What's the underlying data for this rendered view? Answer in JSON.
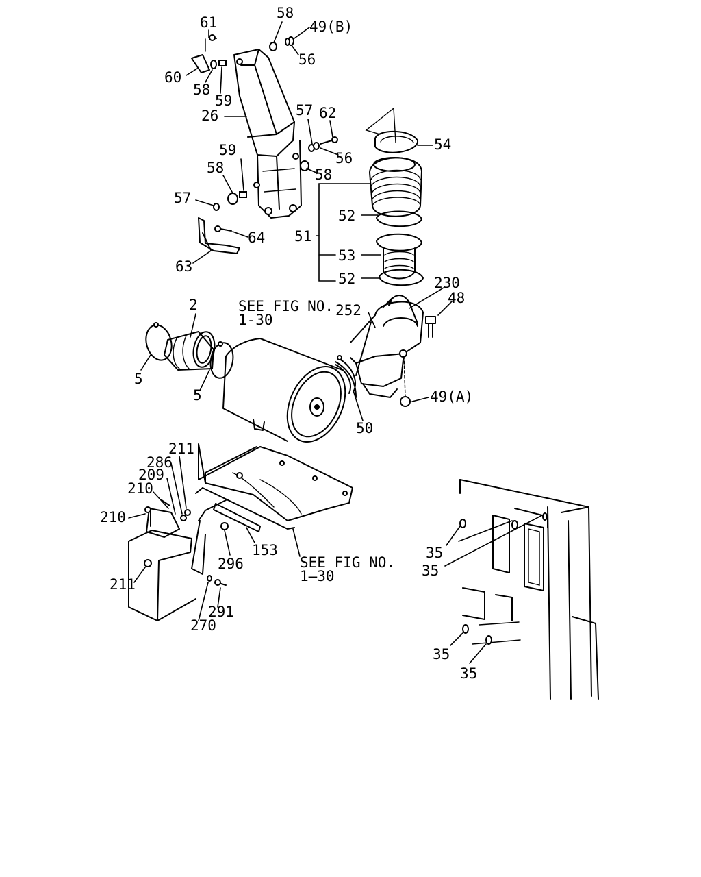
{
  "labels": {
    "p61": "61",
    "p58a": "58",
    "p49b": "49(B)",
    "p56a": "56",
    "p60": "60",
    "p58b": "58",
    "p59a": "59",
    "p26": "26",
    "p57a": "57",
    "p62": "62",
    "p54": "54",
    "p56b": "56",
    "p59b": "59",
    "p58c": "58",
    "p58d": "58",
    "p57b": "57",
    "p52a": "52",
    "p64": "64",
    "p51": "51",
    "p63": "63",
    "p53": "53",
    "p52b": "52",
    "p230": "230",
    "p48": "48",
    "p2": "2",
    "p252": "252",
    "p5a": "5",
    "p5b": "5",
    "p49a": "49(A)",
    "p50": "50",
    "p211a": "211",
    "p286": "286",
    "p209": "209",
    "p210a": "210",
    "p210b": "210",
    "p153": "153",
    "p296": "296",
    "p211b": "211",
    "p291": "291",
    "p270": "270",
    "p35a": "35",
    "p35b": "35",
    "p35c": "35",
    "p35d": "35"
  },
  "references": {
    "top": {
      "line1": "SEE FIG NO.",
      "line2": "1-30"
    },
    "bottom": {
      "line1": "SEE FIG NO.",
      "line2": "1–30"
    }
  }
}
